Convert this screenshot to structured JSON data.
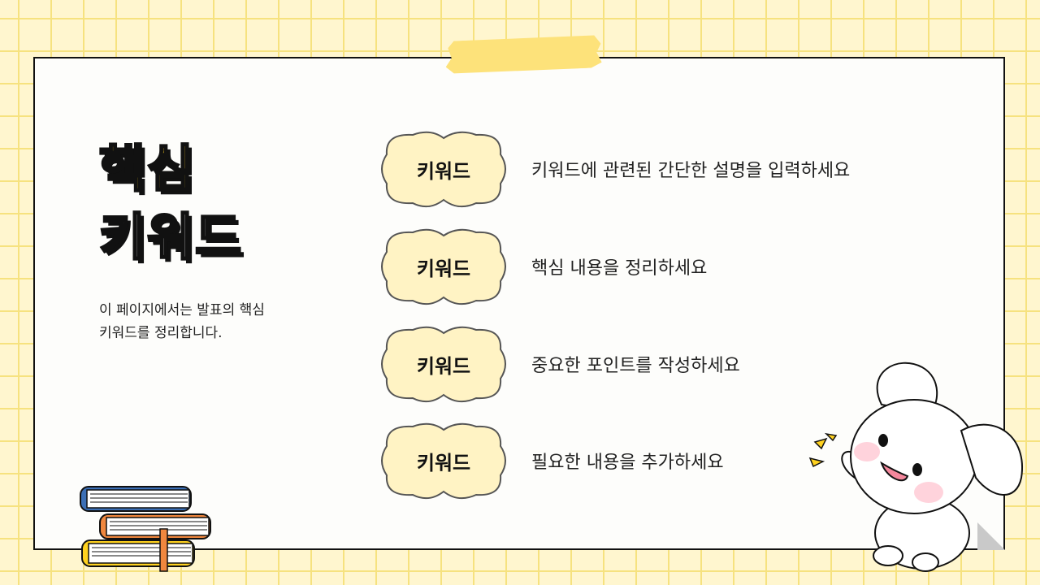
{
  "title": {
    "line1": "핵심",
    "line2": "키워드"
  },
  "description": {
    "line1": "이 페이지에서는 발표의 핵심",
    "line2": "키워드를 정리합니다."
  },
  "keywords": [
    {
      "badge": "키워드",
      "text": "키워드에 관련된 간단한 설명을 입력하세요"
    },
    {
      "badge": "키워드",
      "text": "핵심 내용을 정리하세요"
    },
    {
      "badge": "키워드",
      "text": "중요한 포인트를 작성하세요"
    },
    {
      "badge": "키워드",
      "text": "필요한 내용을 추가하세요"
    }
  ],
  "colors": {
    "background": "#fff6cf",
    "grid": "#f6e27f",
    "accent_yellow": "#ffd21f",
    "cloud_fill": "#fff3c4",
    "tape": "#fde27a"
  },
  "icons": {
    "books": "books-stack-icon",
    "mascot": "puppy-mascot-icon",
    "tape": "tape-icon"
  }
}
